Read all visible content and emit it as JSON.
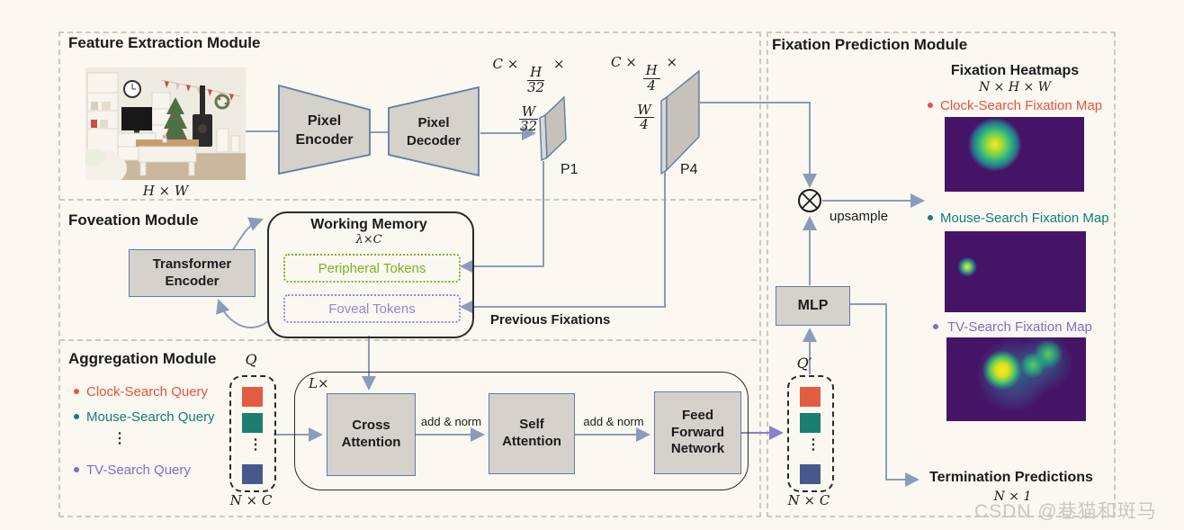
{
  "colors": {
    "background": "#faf8f1",
    "box_fill": "#d5d1cb",
    "box_border": "#5f7ca6",
    "arrow": "#8b9cba",
    "ffn_output_arrow": "#8a7fd0",
    "clock_red": "#e8533f",
    "mouse_teal": "#0f7f74",
    "tv_purple": "#7a70c9",
    "query_orange": "#e25c41",
    "query_teal": "#1c7d72",
    "query_navy": "#47598c",
    "peripheral_green": "#79b229",
    "foveal_purple": "#9188d8",
    "heatmap_background": "#451467"
  },
  "feature_extraction": {
    "title": "Feature Extraction Module",
    "image_dim": "H × W",
    "pixel_encoder": "Pixel Encoder",
    "pixel_decoder": "Pixel Decoder",
    "p1_dim": {
      "c": "C ×",
      "num1": "H",
      "den1": "32",
      "times": "×",
      "num2": "W",
      "den2": "32"
    },
    "p4_dim": {
      "c": "C ×",
      "num1": "H",
      "den1": "4",
      "times": "×",
      "num2": "W",
      "den2": "4"
    },
    "p1": "P1",
    "p4": "P4"
  },
  "foveation": {
    "title": "Foveation Module",
    "transformer_encoder": "Transformer Encoder",
    "working_memory": "Working Memory",
    "wm_dim": "λ×C",
    "peripheral_tokens": "Peripheral Tokens",
    "foveal_tokens": "Foveal Tokens",
    "previous_fixations": "Previous Fixations"
  },
  "aggregation": {
    "title": "Aggregation Module",
    "queries": [
      {
        "label": "Clock-Search Query"
      },
      {
        "label": "Mouse-Search Query"
      },
      {
        "label": "TV-Search Query"
      }
    ],
    "ellipsis": "⋮",
    "q_label": "Q",
    "q_dim": "N × C",
    "loop_label": "L×",
    "cross_attention": "Cross Attention",
    "self_attention": "Self Attention",
    "feed_forward": "Feed Forward Network",
    "add_norm_1": "add & norm",
    "add_norm_2": "add & norm"
  },
  "fixation_prediction": {
    "title": "Fixation Prediction Module",
    "heatmaps_title": "Fixation Heatmaps",
    "heatmaps_dim": "N × H × W",
    "maps": [
      {
        "label": "Clock-Search Fixation Map"
      },
      {
        "label": "Mouse-Search Fixation Map"
      },
      {
        "label": "TV-Search Fixation Map"
      }
    ],
    "mlp": "MLP",
    "upsample": "upsample",
    "q_prime_label": "Q′",
    "q_prime_dim": "N × C",
    "termination": "Termination Predictions",
    "termination_dim": "N × 1"
  },
  "watermark": "CSDN @巷猫和斑马"
}
